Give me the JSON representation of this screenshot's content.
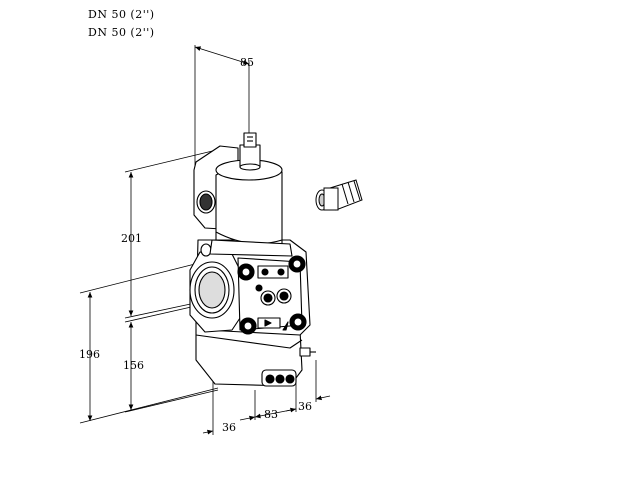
{
  "header": {
    "lines": [
      "DN 50 (2'')",
      "DN 50 (2'')"
    ]
  },
  "dimensions": {
    "top_width": "85",
    "body_height": "201",
    "total_height": "196",
    "inlet_height": "156",
    "depth_left": "36",
    "depth_mid": "83",
    "depth_right": "36"
  },
  "colors": {
    "line": "#000000",
    "dark_fill": "#222222",
    "light_fill": "#ffffff"
  }
}
